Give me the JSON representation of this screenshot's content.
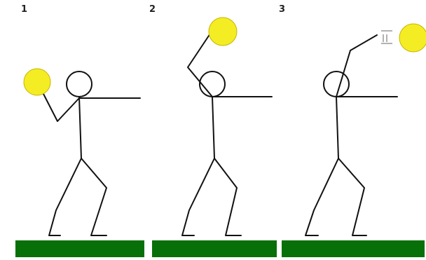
{
  "frames": [
    {
      "number": "1"
    },
    {
      "number": "2"
    },
    {
      "number": "3"
    }
  ],
  "colors": {
    "ground": "#087008",
    "ball": "#f5ed24",
    "ball_outline": "#c8b400",
    "line": "#111111"
  },
  "icons": {
    "motion_lines": "motion-lines-icon"
  }
}
